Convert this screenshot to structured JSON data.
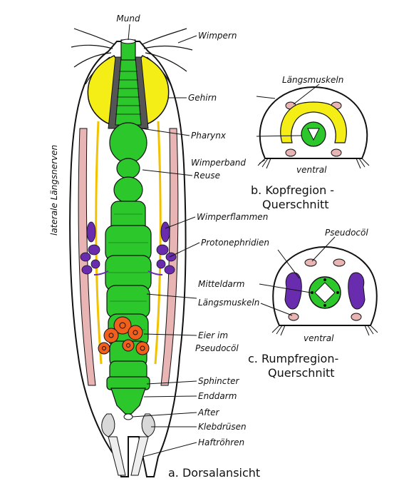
{
  "labels": {
    "mund": "Mund",
    "wimpern": "Wimpern",
    "laengsmuskeln_top": "Längsmuskeln",
    "gehirn": "Gehirn",
    "pharynx": "Pharynx",
    "wimperband": "Wimperband",
    "ventral_b": "ventral",
    "reuse": "Reuse",
    "lateral_nerves": "laterale Längsnerven",
    "wimperflammen": "Wimperflammen",
    "pseudocoel": "Pseudocöl",
    "protonephridien": "Protonephridien",
    "mitteldarm": "Mitteldarm",
    "laengsmuskeln_mid": "Längsmuskeln",
    "ventral_c": "ventral",
    "eier_line1": "Eier im",
    "eier_line2": "Pseudocöl",
    "sphincter": "Sphincter",
    "enddarm": "Enddarm",
    "after": "After",
    "klebdruesen": "Klebdrüsen",
    "haftroehren": "Haftröhren"
  },
  "captions": {
    "b_line1": "b. Kopfregion -",
    "b_line2": "Querschnitt",
    "c_line1": "c. Rumpfregion-",
    "c_line2": "Querschnitt",
    "a": "a. Dorsalansicht"
  },
  "colors": {
    "brain": "#f5ee16",
    "gut": "#2bc72b",
    "muscle": "#e8b4b4",
    "eggs": "#f0601c",
    "protonephridia": "#6a2cae",
    "nerve": "#f2c200",
    "outline": "#111111"
  }
}
